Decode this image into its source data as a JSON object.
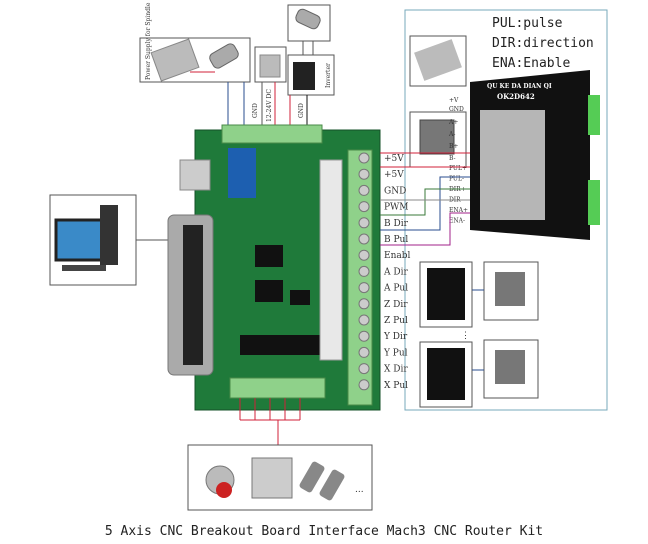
{
  "caption": "5 Axis CNC Breakout Board Interface Mach3 CNC Router Kit",
  "legend": [
    "PUL:pulse",
    "DIR:direction",
    "ENA:Enable"
  ],
  "top_labels": {
    "power_supply": "Power Supply for Spindle",
    "inverter": "Inverter",
    "gnd1": "GND",
    "dc": "12-24V DC",
    "gnd2": "GND"
  },
  "terminal_labels": [
    "+5V",
    "+5V",
    "GND",
    "PWM",
    "B Dir",
    "B Pul",
    "Enabl",
    "A Dir",
    "A Pul",
    "Z Dir",
    "Z Pul",
    "Y Dir",
    "Y Pul",
    "X Dir",
    "X Pul"
  ],
  "driver": {
    "brand": "QU KE DA DIAN QI",
    "model": "OK2D642",
    "power_pins": [
      "+V",
      "GND"
    ],
    "motor_pins": [
      "A+",
      "A-",
      "B+",
      "B-"
    ],
    "signal_pins": [
      "PUL+",
      "PUL-",
      "DIR+",
      "DIR-",
      "ENA+",
      "ENA-"
    ]
  },
  "more": "...",
  "colors": {
    "board": "#1f7a3a",
    "terminal": "#8fd18a",
    "wire_red": "#d0203a",
    "wire_blue": "#2a4d8f",
    "wire_purple": "#a0208a",
    "wire_green": "#3a7a3a"
  }
}
